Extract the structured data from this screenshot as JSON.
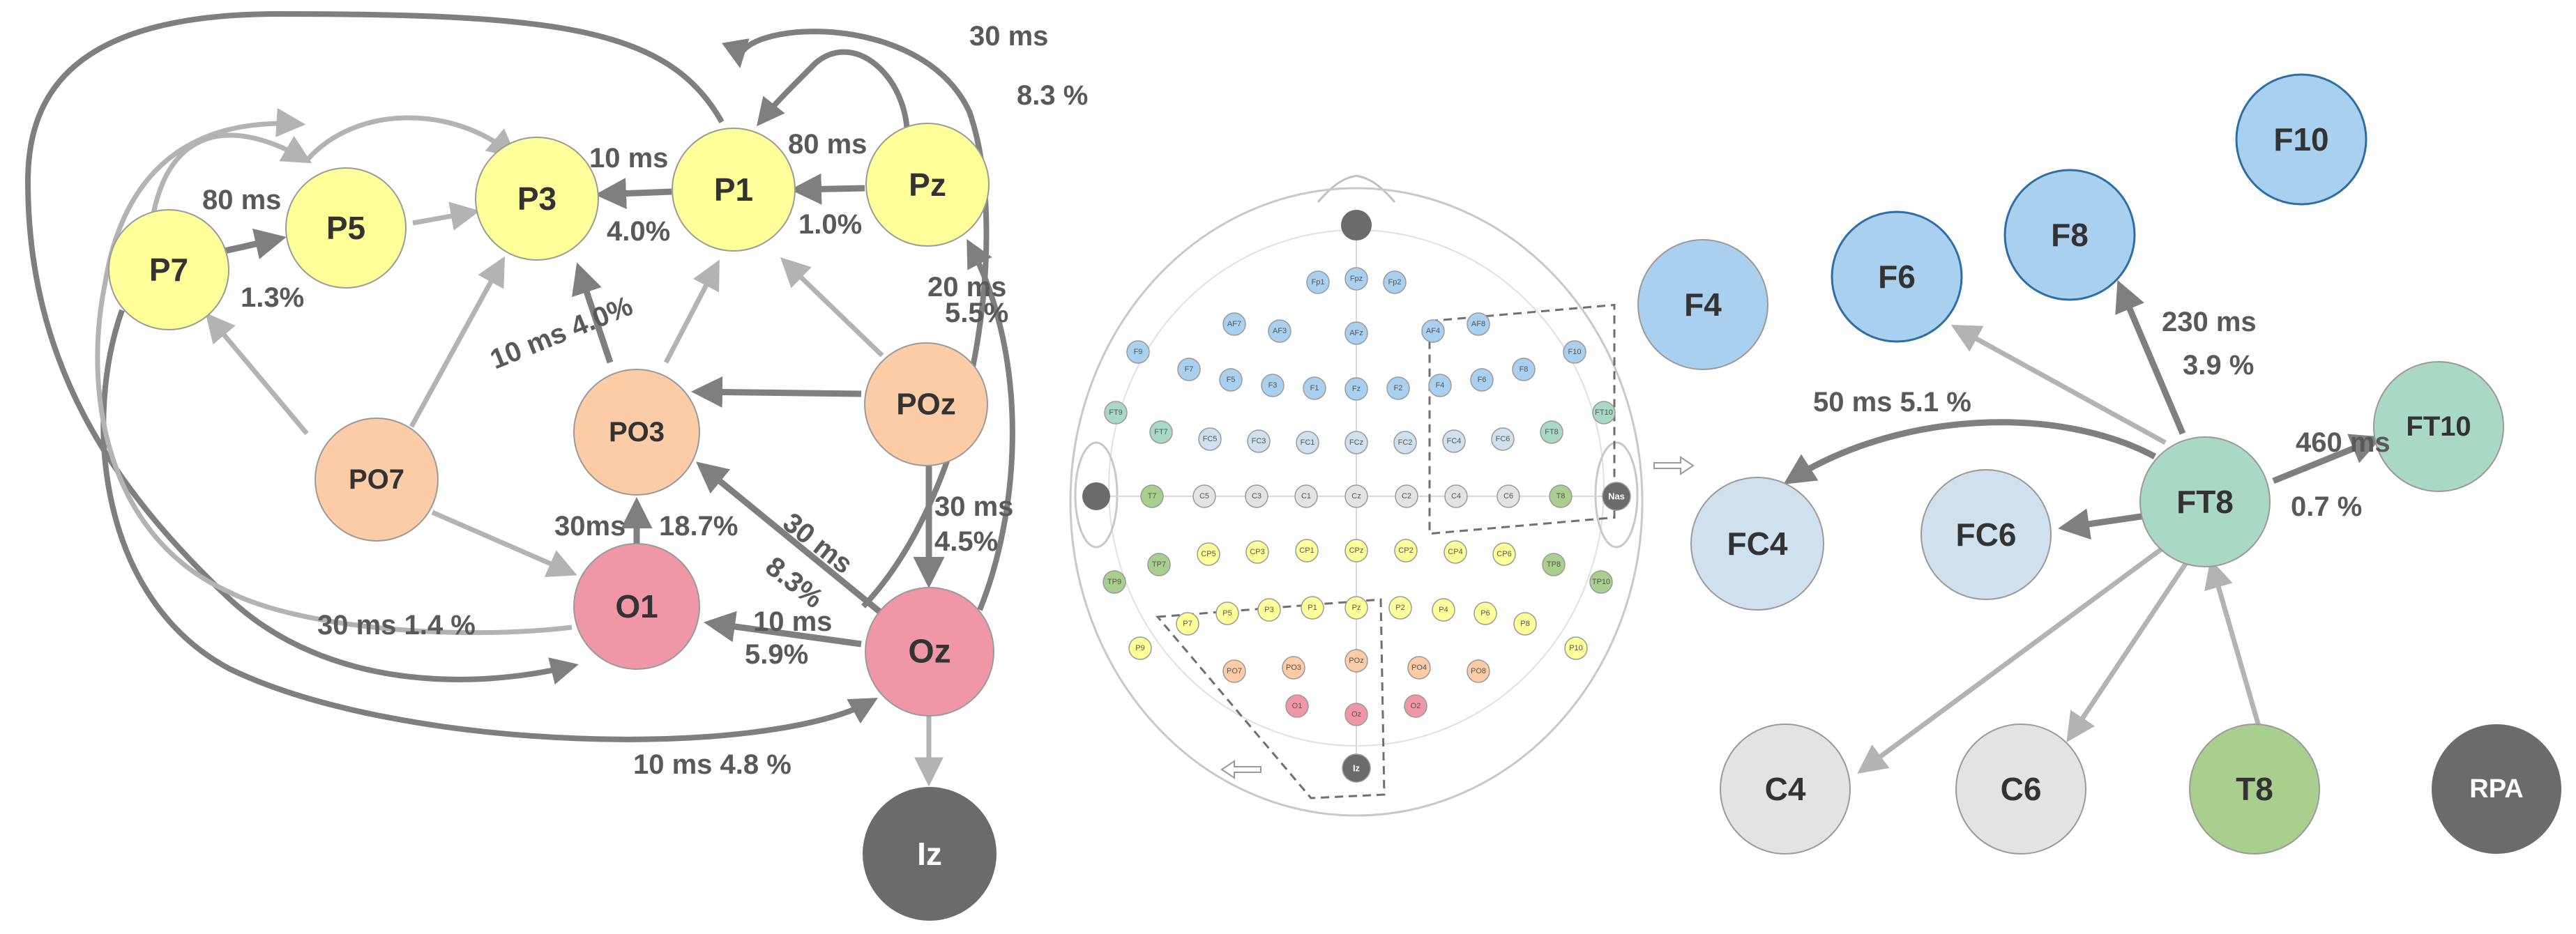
{
  "colors": {
    "parietal": "#ffff99",
    "parieto_occipital": "#fbcca5",
    "occipital": "#ef97a6",
    "inion": "#6b6b6b",
    "frontal": "#a9d0ee",
    "fronto_central": "#cfe0ee",
    "fronto_temporal": "#a9d9c4",
    "central": "#e3e3e3",
    "temporal": "#a9cf8f",
    "edge_dark": "#7f7f7f",
    "edge_light": "#b3b3b3"
  },
  "left_network": {
    "nodes": [
      {
        "id": "P7",
        "label": "P7"
      },
      {
        "id": "P5",
        "label": "P5"
      },
      {
        "id": "P3",
        "label": "P3"
      },
      {
        "id": "P1",
        "label": "P1"
      },
      {
        "id": "Pz",
        "label": "Pz"
      },
      {
        "id": "PO7",
        "label": "PO7"
      },
      {
        "id": "PO3",
        "label": "PO3"
      },
      {
        "id": "POz",
        "label": "POz"
      },
      {
        "id": "O1",
        "label": "O1"
      },
      {
        "id": "Oz",
        "label": "Oz"
      },
      {
        "id": "Iz",
        "label": "Iz"
      }
    ],
    "edge_labels": [
      {
        "id": "p7p5_ms",
        "text": "80 ms"
      },
      {
        "id": "p7p5_pct",
        "text": "1.3%"
      },
      {
        "id": "p1p3_ms",
        "text": "10 ms"
      },
      {
        "id": "p1p3_pct",
        "text": "4.0%"
      },
      {
        "id": "pzp1_ms",
        "text": "80 ms"
      },
      {
        "id": "pzp1_pct",
        "text": "1.0%"
      },
      {
        "id": "top_ms",
        "text": "30 ms"
      },
      {
        "id": "top_pct",
        "text": "8.3 %"
      },
      {
        "id": "ozpz_ms",
        "text": "20 ms"
      },
      {
        "id": "ozpz_pct",
        "text": "5.5%"
      },
      {
        "id": "po3p3",
        "text": "10 ms  4.0%"
      },
      {
        "id": "o1po3_ms",
        "text": "30ms"
      },
      {
        "id": "o1po3_pct",
        "text": "18.7%"
      },
      {
        "id": "ozpo3_ms",
        "text": "30 ms"
      },
      {
        "id": "ozpo3_pct",
        "text": "8.3%"
      },
      {
        "id": "pozoz_ms",
        "text": "30 ms"
      },
      {
        "id": "pozoz_pct",
        "text": "4.5%"
      },
      {
        "id": "ozo1_ms",
        "text": "10 ms"
      },
      {
        "id": "ozo1_pct",
        "text": "5.9%"
      },
      {
        "id": "left_o1",
        "text": "30 ms   1.4 %"
      },
      {
        "id": "bottom_oz",
        "text": "10 ms   4.8 %"
      }
    ]
  },
  "headmap": {
    "electrodes": [
      {
        "label": "Fp1",
        "group": "frontal"
      },
      {
        "label": "Fpz",
        "group": "frontal"
      },
      {
        "label": "Fp2",
        "group": "frontal"
      },
      {
        "label": "AF7",
        "group": "frontal"
      },
      {
        "label": "AF3",
        "group": "frontal"
      },
      {
        "label": "AFz",
        "group": "frontal"
      },
      {
        "label": "AF4",
        "group": "frontal"
      },
      {
        "label": "AF8",
        "group": "frontal"
      },
      {
        "label": "F9",
        "group": "frontal"
      },
      {
        "label": "F7",
        "group": "frontal"
      },
      {
        "label": "F5",
        "group": "frontal"
      },
      {
        "label": "F3",
        "group": "frontal"
      },
      {
        "label": "F1",
        "group": "frontal"
      },
      {
        "label": "Fz",
        "group": "frontal"
      },
      {
        "label": "F2",
        "group": "frontal"
      },
      {
        "label": "F4",
        "group": "frontal"
      },
      {
        "label": "F6",
        "group": "frontal"
      },
      {
        "label": "F8",
        "group": "frontal"
      },
      {
        "label": "F10",
        "group": "frontal"
      },
      {
        "label": "FT9",
        "group": "fronto_temporal"
      },
      {
        "label": "FT7",
        "group": "fronto_temporal"
      },
      {
        "label": "FC5",
        "group": "fronto_central"
      },
      {
        "label": "FC3",
        "group": "fronto_central"
      },
      {
        "label": "FC1",
        "group": "fronto_central"
      },
      {
        "label": "FCz",
        "group": "fronto_central"
      },
      {
        "label": "FC2",
        "group": "fronto_central"
      },
      {
        "label": "FC4",
        "group": "fronto_central"
      },
      {
        "label": "FC6",
        "group": "fronto_central"
      },
      {
        "label": "FT8",
        "group": "fronto_temporal"
      },
      {
        "label": "FT10",
        "group": "fronto_temporal"
      },
      {
        "label": "T7",
        "group": "temporal"
      },
      {
        "label": "C5",
        "group": "central"
      },
      {
        "label": "C3",
        "group": "central"
      },
      {
        "label": "C1",
        "group": "central"
      },
      {
        "label": "Cz",
        "group": "central"
      },
      {
        "label": "C2",
        "group": "central"
      },
      {
        "label": "C4",
        "group": "central"
      },
      {
        "label": "C6",
        "group": "central"
      },
      {
        "label": "T8",
        "group": "temporal"
      },
      {
        "label": "TP9",
        "group": "temporal"
      },
      {
        "label": "TP7",
        "group": "temporal"
      },
      {
        "label": "CP5",
        "group": "parietal"
      },
      {
        "label": "CP3",
        "group": "parietal"
      },
      {
        "label": "CP1",
        "group": "parietal"
      },
      {
        "label": "CPz",
        "group": "parietal"
      },
      {
        "label": "CP2",
        "group": "parietal"
      },
      {
        "label": "CP4",
        "group": "parietal"
      },
      {
        "label": "CP6",
        "group": "parietal"
      },
      {
        "label": "TP8",
        "group": "temporal"
      },
      {
        "label": "TP10",
        "group": "temporal"
      },
      {
        "label": "P7",
        "group": "parietal"
      },
      {
        "label": "P5",
        "group": "parietal"
      },
      {
        "label": "P3",
        "group": "parietal"
      },
      {
        "label": "P1",
        "group": "parietal"
      },
      {
        "label": "Pz",
        "group": "parietal"
      },
      {
        "label": "P2",
        "group": "parietal"
      },
      {
        "label": "P4",
        "group": "parietal"
      },
      {
        "label": "P6",
        "group": "parietal"
      },
      {
        "label": "P8",
        "group": "parietal"
      },
      {
        "label": "P9",
        "group": "parietal"
      },
      {
        "label": "P10",
        "group": "parietal"
      },
      {
        "label": "PO7",
        "group": "parieto_occipital"
      },
      {
        "label": "PO3",
        "group": "parieto_occipital"
      },
      {
        "label": "POz",
        "group": "parieto_occipital"
      },
      {
        "label": "PO4",
        "group": "parieto_occipital"
      },
      {
        "label": "PO8",
        "group": "parieto_occipital"
      },
      {
        "label": "O1",
        "group": "occipital"
      },
      {
        "label": "Oz",
        "group": "occipital"
      },
      {
        "label": "O2",
        "group": "occipital"
      },
      {
        "label": "Iz",
        "group": "inion"
      },
      {
        "label": "Nas",
        "group": "inion"
      }
    ]
  },
  "right_network": {
    "nodes": [
      {
        "id": "F4",
        "label": "F4"
      },
      {
        "id": "F6",
        "label": "F6"
      },
      {
        "id": "F8",
        "label": "F8"
      },
      {
        "id": "F10",
        "label": "F10"
      },
      {
        "id": "FC4",
        "label": "FC4"
      },
      {
        "id": "FC6",
        "label": "FC6"
      },
      {
        "id": "FT8",
        "label": "FT8"
      },
      {
        "id": "FT10",
        "label": "FT10"
      },
      {
        "id": "C4",
        "label": "C4"
      },
      {
        "id": "C6",
        "label": "C6"
      },
      {
        "id": "T8",
        "label": "T8"
      },
      {
        "id": "RPA",
        "label": "RPA"
      }
    ],
    "edge_labels": [
      {
        "id": "ft8f8_ms",
        "text": "230 ms"
      },
      {
        "id": "ft8f8_pct",
        "text": "3.9 %"
      },
      {
        "id": "ft8fc4",
        "text": "50 ms  5.1 %"
      },
      {
        "id": "ft8ft10_ms",
        "text": "460 ms"
      },
      {
        "id": "ft8ft10_pct",
        "text": "0.7 %"
      }
    ]
  }
}
